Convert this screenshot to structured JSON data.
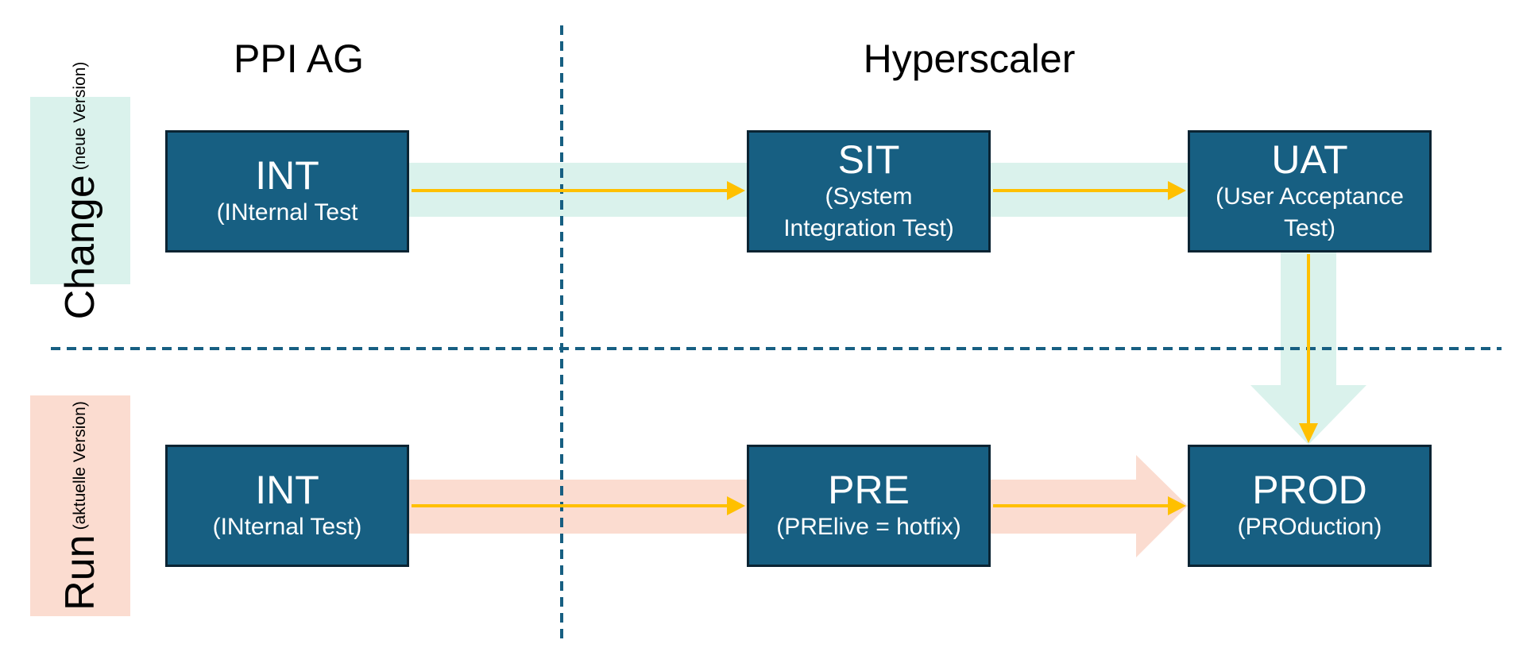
{
  "columns": {
    "left": "PPI AG",
    "right": "Hyperscaler"
  },
  "lanes": {
    "change": {
      "label": "Change",
      "sublabel": "(neue Version)"
    },
    "run": {
      "label": "Run",
      "sublabel": "(aktuelle Version)"
    }
  },
  "boxes": {
    "change_int": {
      "name": "INT",
      "sub": "(INternal Test"
    },
    "sit": {
      "name": "SIT",
      "sub": "(System Integration Test)"
    },
    "uat": {
      "name": "UAT",
      "sub": "(User Acceptance Test)"
    },
    "run_int": {
      "name": "INT",
      "sub": "(INternal Test)"
    },
    "pre": {
      "name": "PRE",
      "sub": "(PRElive = hotfix)"
    },
    "prod": {
      "name": "PROD",
      "sub": "(PROduction)"
    }
  },
  "colors": {
    "box_fill": "#175f82",
    "box_border": "#0b2433",
    "box_text": "#ffffff",
    "change_band": "#daf2ec",
    "run_band": "#fbdcd0",
    "arrow": "#ffc000",
    "divider": "#175f82"
  }
}
